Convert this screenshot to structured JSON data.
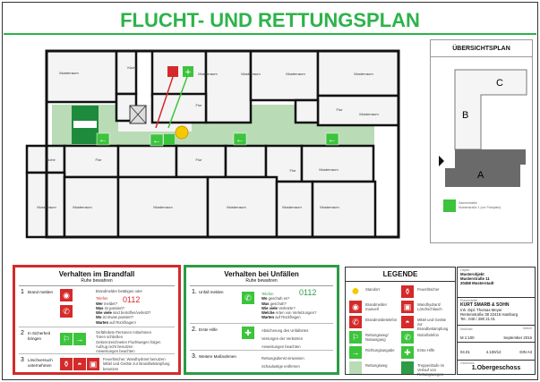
{
  "title": "FLUCHT- UND RETTUNGSPLAN",
  "plan": {
    "rooms": [
      "Musterraum",
      "Küche",
      "Musterraum",
      "Musterraum",
      "Musterraum",
      "Musterraum",
      "Flur",
      "Flur",
      "Musterraum",
      "Küche",
      "Flur",
      "Flur",
      "Flur",
      "Musterraum",
      "Musterraum",
      "Musterraum",
      "Musterraum",
      "Musterraum",
      "Musterraum",
      "Musterraum"
    ],
    "icons": [
      "fire-extinguisher",
      "first-aid",
      "exit-arrow-left",
      "exit-arrow-left",
      "exit-arrow-left",
      "exit-arrow-left",
      "emergency-exit",
      "you-are-here"
    ],
    "colors": {
      "escape_route": "#b9dcb7",
      "exit_sign": "#3cc43c",
      "fire_sign": "#d42a2a",
      "you_are_here": "#f5c800"
    }
  },
  "overview": {
    "title": "ÜBERSICHTSPLAN",
    "buildings": [
      "A",
      "B",
      "C"
    ],
    "note_line1": "Sammelstelle",
    "note_line2": "Musterstraße 1 (vor Parkplatz)"
  },
  "fire": {
    "title": "Verhalten im Brandfall",
    "subtitle": "Ruhe bewahren",
    "s1": {
      "num": "1",
      "label": "Brand melden",
      "l1": "Brandmelder betätigen oder",
      "l2": "Telefon",
      "phone": "0112",
      "w": [
        [
          "Wer",
          "meldet?"
        ],
        [
          "Was",
          "ist passiert?"
        ],
        [
          "Wie viele",
          "sind betroffen/verletzt?"
        ],
        [
          "Wo",
          "ist etwas passiert?"
        ],
        [
          "Warten",
          "auf Rückfragen!"
        ]
      ]
    },
    "s2": {
      "num": "2",
      "label": "In Sicherheit bringen",
      "lines": [
        "Gefährdete Personen mitnehmen",
        "Türen schließen",
        "Gekennzeichneten Fluchtwegen folgen",
        "Aufzug nicht benutzen",
        "Anweisungen beachten"
      ]
    },
    "s3": {
      "num": "3",
      "label": "Löschversuch unternehmen",
      "lines": [
        "Feuerlöscher, Wandhydrant benutzen",
        "Mittel und Geräte zur Brandbekämpfung",
        "benutzen"
      ]
    }
  },
  "accident": {
    "title": "Verhalten bei Unfällen",
    "subtitle": "Ruhe bewahren",
    "s1": {
      "num": "1.",
      "label": "Unfall melden",
      "l1": "Telefon",
      "phone": "0112",
      "w": [
        [
          "Wo",
          "geschah es?"
        ],
        [
          "Was",
          "geschah?"
        ],
        [
          "Wie viele",
          "Verletzte?"
        ],
        [
          "Welche",
          "Arten von Verletzungen?"
        ],
        [
          "Warten",
          "auf Rückfragen"
        ]
      ]
    },
    "s2": {
      "num": "2.",
      "label": "Erste Hilfe",
      "lines": [
        "Absicherung des Unfallortes",
        "Versorgen der Verletzten",
        "Anweisungen beachten"
      ]
    },
    "s3": {
      "num": "3.",
      "label": "Weitere Maßnahmen",
      "lines": [
        "Rettungsdienst einweisen",
        "Schaulustige entfernen"
      ]
    }
  },
  "legend": {
    "title": "LEGENDE",
    "items": [
      "Standort",
      "Feuerlöscher",
      "Brandmelder manuell",
      "Wandhydrant/ Löschschlauch",
      "Brandmeldetelefon",
      "Mittel und Geräte zur Brandbekämpfung",
      "Rettungsweg/ Notausgang",
      "Notruftelefon",
      "Richtungsangabe",
      "Erste Hilfe",
      "Rettungsweg",
      "Treppenläufe im Verlauf von Rettungswegen"
    ]
  },
  "titleblock": {
    "obj_label": "Objekt",
    "obj1": "Musterobjekt",
    "obj2": "Musterstraße 11",
    "obj3": "20458 Musterstadt",
    "firm_label": "Planersteller",
    "firm": "KURT SMARB & SOHN",
    "firm2": "Inh. Dipl. Thomas Meyer",
    "firm3": "Rentenstraße 38   22415 Hamburg",
    "firm4": "Tel.: 040 / 280 21 01",
    "scale_label": "Maßstab",
    "scale": "M 1:100",
    "date_label": "Datum",
    "date": "September 2016",
    "plan_no": "04.01",
    "rev": "4.100/12",
    "page": "DIN A3",
    "floor_label": "Geschoss",
    "floor": "1.Obergeschoss"
  }
}
